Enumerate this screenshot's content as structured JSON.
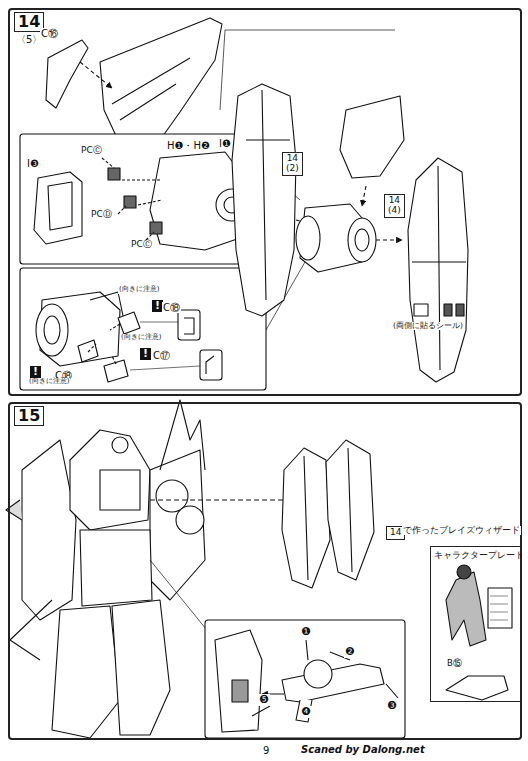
{
  "diagram": {
    "nodes": [
      {
        "text": [
          "14",
          "〈5〉"
        ]
      },
      {
        "text": [
          "14",
          "(2)"
        ],
        "in": 0
      },
      {
        "text": [
          "14",
          "(4)"
        ],
        "in": 0
      },
      {
        "text": [
          "15"
        ]
      },
      {
        "text": [
          "14"
        ],
        "in": 3
      },
      {
        "text": [
          "キャラクタープレート",
          "B⑮"
        ],
        "in": 3
      }
    ],
    "labels": [
      "C⑯",
      "H❶・H❷",
      "I❸",
      "PCⒸ",
      "I❶",
      "PCⒹ",
      "PCⒸ",
      "(向きに注意)",
      "!",
      "C⑱",
      "(向きに注意)",
      "!",
      "C⑰",
      "C⑱",
      "!",
      "(向きに注意)",
      "(両側に貼るシール)",
      "で作ったブレイズウィザード",
      "❶",
      "❷",
      "❸",
      "❹",
      "❺",
      "9",
      "Scaned by Dalong.net"
    ]
  }
}
